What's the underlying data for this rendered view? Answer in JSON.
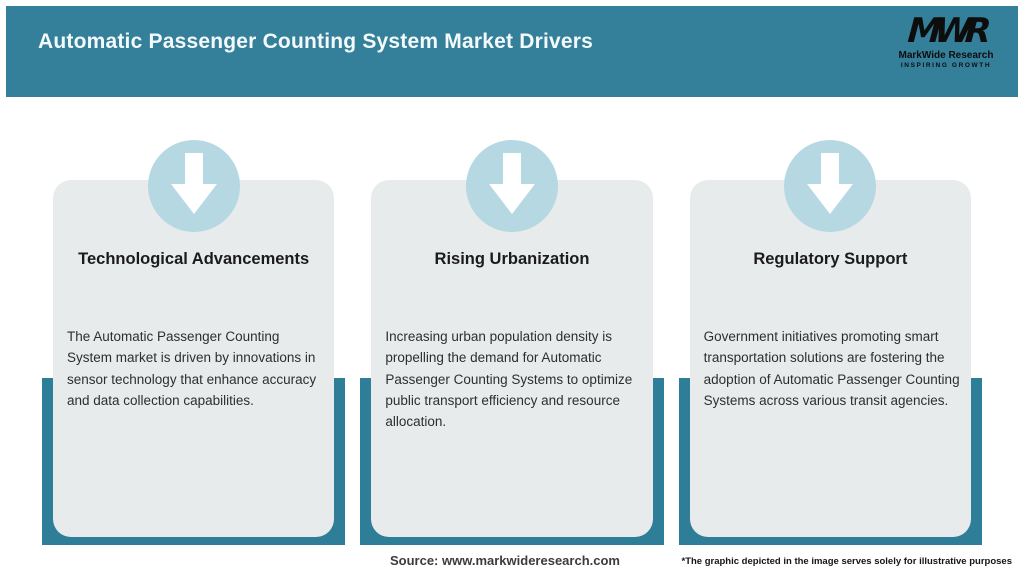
{
  "header": {
    "title": "Automatic Passenger Counting System Market Drivers"
  },
  "logo": {
    "mark": "MWR",
    "name": "MarkWide Research",
    "tagline": "INSPIRING GROWTH"
  },
  "cards": [
    {
      "title": "Technological Advancements",
      "body": "The Automatic Passenger Counting System market is driven by innovations in sensor technology that enhance accuracy and data collection capabilities."
    },
    {
      "title": "Rising Urbanization",
      "body": "Increasing urban population density is propelling the demand for Automatic Passenger Counting Systems to optimize public transport efficiency and resource allocation."
    },
    {
      "title": "Regulatory Support",
      "body": "Government initiatives promoting smart transportation solutions are fostering the adoption of Automatic Passenger Counting Systems across various transit agencies."
    }
  ],
  "footer": {
    "source": "Source: www.markwideresearch.com",
    "disclaimer": "*The graphic depicted in the image serves solely for illustrative purposes"
  },
  "colors": {
    "header_teal": "#347f9a",
    "bar_teal": "#2f7e99",
    "circle_blue": "#b5d8e3",
    "card_gray": "#e8ebec"
  }
}
